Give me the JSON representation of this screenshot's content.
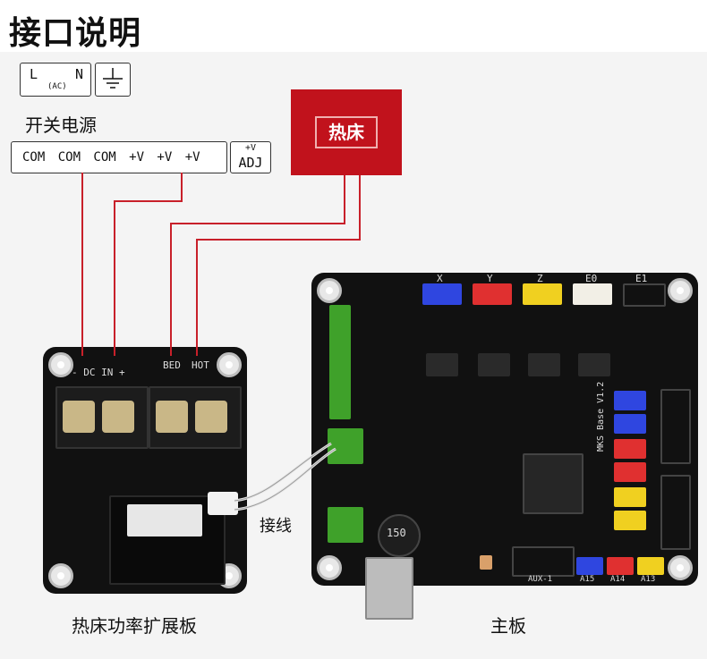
{
  "title": "接口说明",
  "ac_input": {
    "l": "L",
    "ac": "(AC)",
    "n": "N"
  },
  "ground_icon": "ground-icon",
  "power_supply": {
    "label": "开关电源",
    "pins": "COM COM COM +V +V +V",
    "adj_top": "+V",
    "adj_bottom": "ADJ"
  },
  "heated_bed": {
    "label": "热床"
  },
  "module_board": {
    "label": "热床功率扩展板",
    "silk_dcin": "- DC IN +",
    "silk_bed": "BED",
    "silk_hot": "HOT"
  },
  "main_board": {
    "label": "主板",
    "conn_label": "接线",
    "silk_labels": [
      "X",
      "Y",
      "Z",
      "E0",
      "E1",
      "AUX-1",
      "A15",
      "A14",
      "A13",
      "MKS Base V1.2"
    ],
    "inductor": "150"
  },
  "colors": {
    "wire": "#c8202a",
    "bed": "#c1121c",
    "board": "#111111"
  }
}
